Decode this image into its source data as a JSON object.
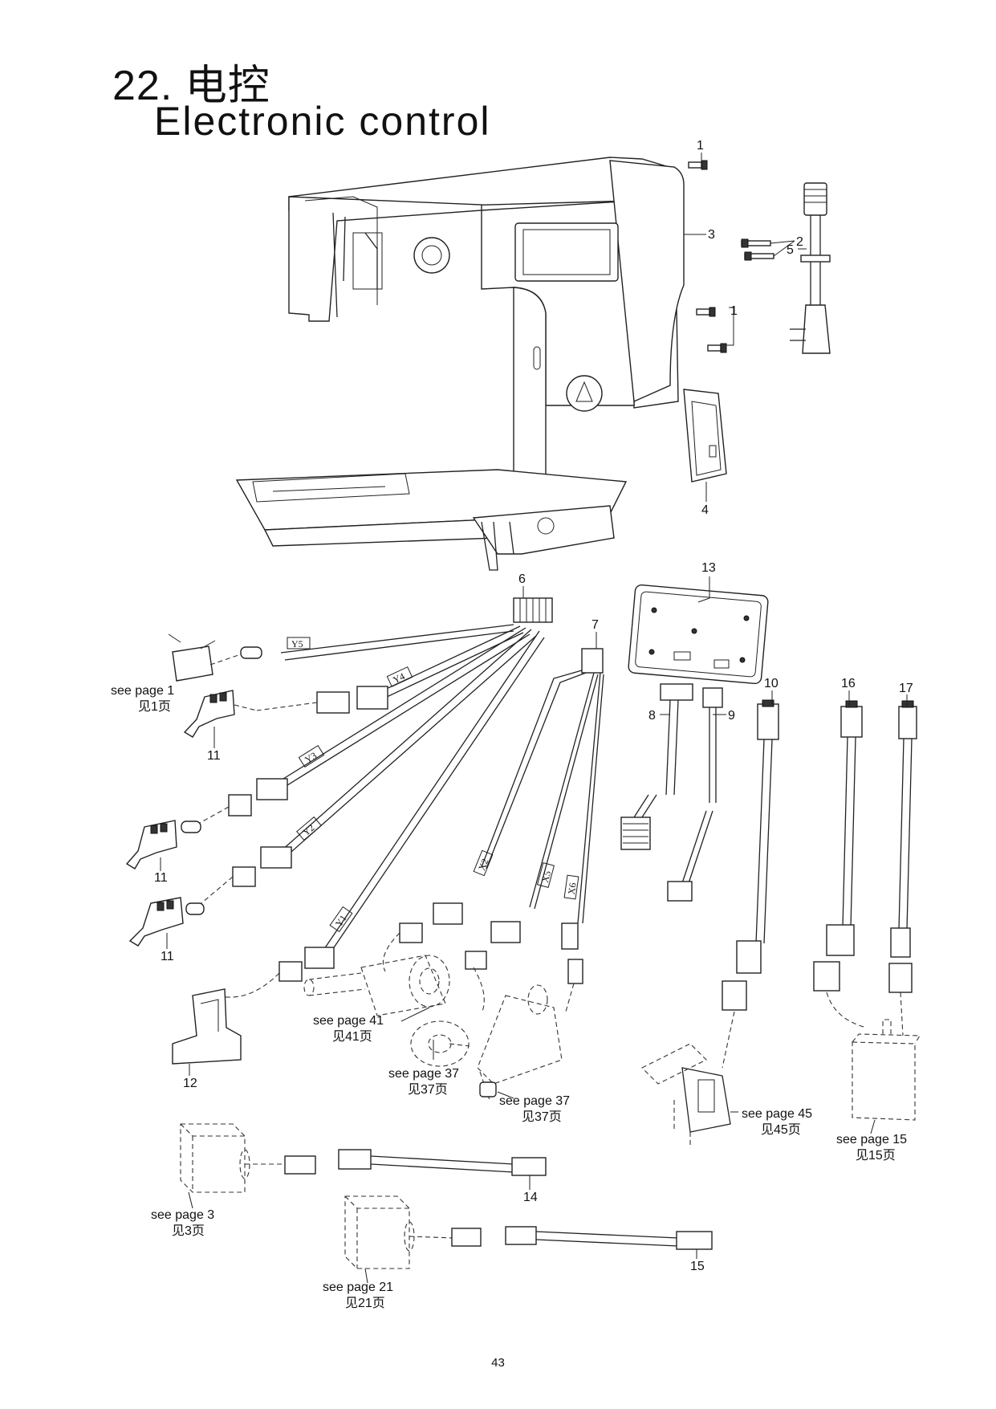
{
  "header": {
    "title_line1": "22. 电控",
    "title_line2": "Electronic  control"
  },
  "callouts": [
    {
      "id": "c1a",
      "label": "1"
    },
    {
      "id": "c1b",
      "label": "1"
    },
    {
      "id": "c2",
      "label": "2"
    },
    {
      "id": "c3",
      "label": "3"
    },
    {
      "id": "c4",
      "label": "4"
    },
    {
      "id": "c5",
      "label": "5"
    },
    {
      "id": "c6",
      "label": "6"
    },
    {
      "id": "c7",
      "label": "7"
    },
    {
      "id": "c8",
      "label": "8"
    },
    {
      "id": "c9",
      "label": "9"
    },
    {
      "id": "c10",
      "label": "10"
    },
    {
      "id": "c11a",
      "label": "11"
    },
    {
      "id": "c11b",
      "label": "11"
    },
    {
      "id": "c11c",
      "label": "11"
    },
    {
      "id": "c12",
      "label": "12"
    },
    {
      "id": "c13",
      "label": "13"
    },
    {
      "id": "c14",
      "label": "14"
    },
    {
      "id": "c15",
      "label": "15"
    },
    {
      "id": "c16",
      "label": "16"
    },
    {
      "id": "c17",
      "label": "17"
    }
  ],
  "wire_tags": [
    "Y5",
    "Y4",
    "Y3",
    "Y2",
    "Y1",
    "X2",
    "X5",
    "X6"
  ],
  "references": [
    {
      "en": "see page 1",
      "cn": "见1页"
    },
    {
      "en": "see page 41",
      "cn": "见41页"
    },
    {
      "en": "see page 37",
      "cn": "见37页"
    },
    {
      "en": "see page 37",
      "cn": "见37页"
    },
    {
      "en": "see page 45",
      "cn": "见45页"
    },
    {
      "en": "see page 15",
      "cn": "见15页"
    },
    {
      "en": "see page 3",
      "cn": "见3页"
    },
    {
      "en": "see page 21",
      "cn": "见21页"
    }
  ],
  "footer": {
    "page_number": "43"
  }
}
